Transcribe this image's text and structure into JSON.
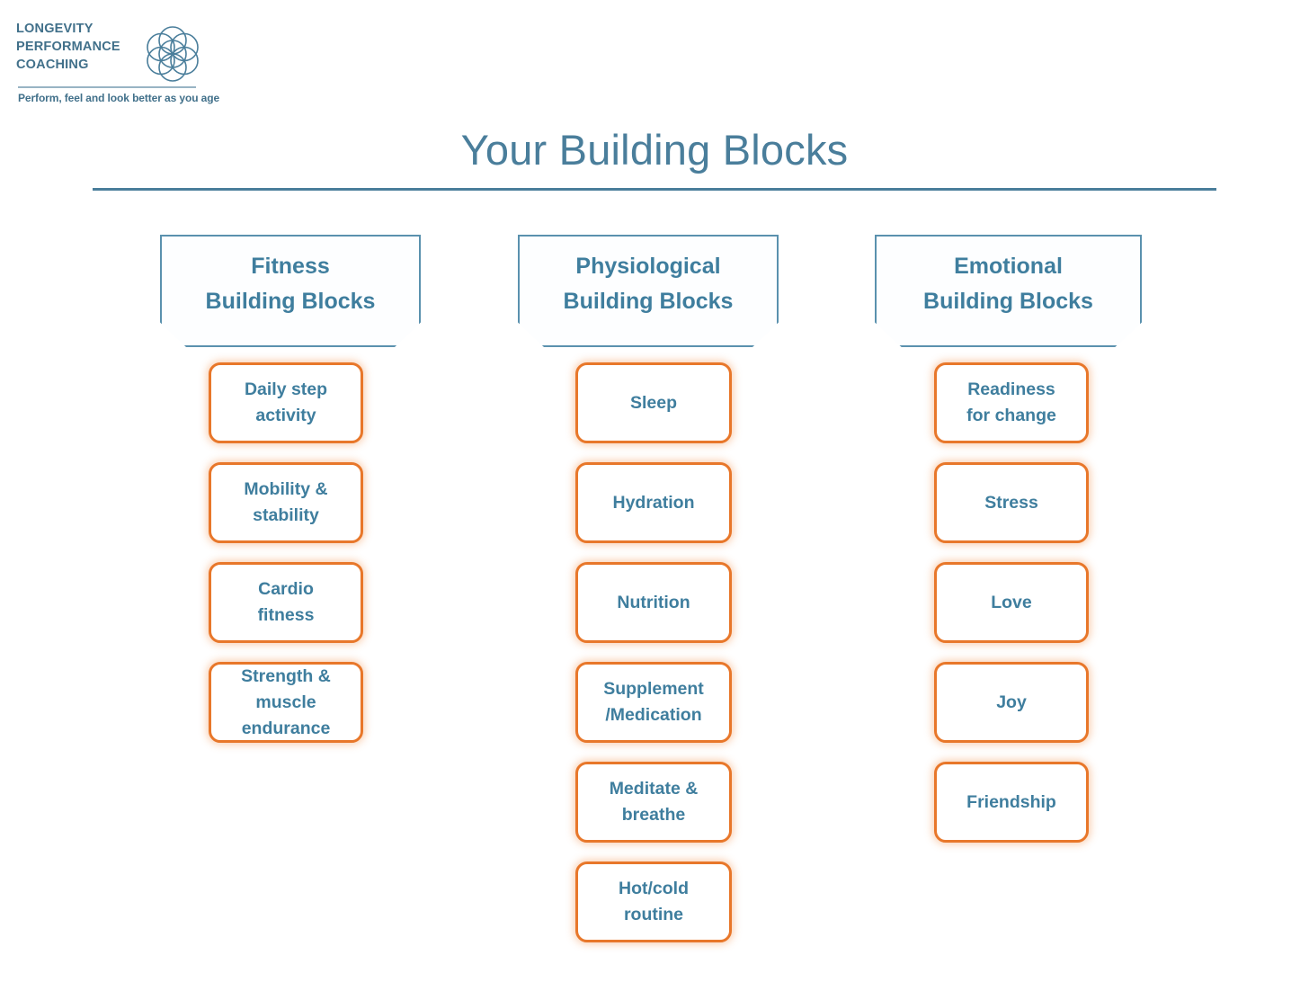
{
  "brand": {
    "wordmark_lines": [
      "LONGEVITY",
      "PERFORMANCE",
      "COACHING"
    ],
    "tagline": "Perform, feel and look better as you age",
    "logo_icon": "flower-of-life-icon",
    "color": "#41708a"
  },
  "header": {
    "title": "Your Building Blocks",
    "title_color": "#4a7e9b",
    "rule_color": "#4a7e9b"
  },
  "theme": {
    "accent_blue": "#4a7e9b",
    "banner_border": "#5a91ae",
    "block_border": "#e8772a",
    "block_text": "#3f7e9e",
    "background": "#ffffff"
  },
  "columns": [
    {
      "id": "fitness",
      "header_lines": [
        "Fitness",
        "Building Blocks"
      ],
      "items": [
        {
          "id": "daily-step-activity",
          "lines": [
            "Daily step",
            "activity"
          ]
        },
        {
          "id": "mobility-stability",
          "lines": [
            "Mobility &",
            "stability"
          ]
        },
        {
          "id": "cardio-fitness",
          "lines": [
            "Cardio",
            "fitness"
          ]
        },
        {
          "id": "strength-muscle-endurance",
          "lines": [
            "Strength &",
            "muscle",
            "endurance"
          ]
        }
      ]
    },
    {
      "id": "physiological",
      "header_lines": [
        "Physiological",
        "Building Blocks"
      ],
      "items": [
        {
          "id": "sleep",
          "lines": [
            "Sleep"
          ]
        },
        {
          "id": "hydration",
          "lines": [
            "Hydration"
          ]
        },
        {
          "id": "nutrition",
          "lines": [
            "Nutrition"
          ]
        },
        {
          "id": "supplement-medication",
          "lines": [
            "Supplement",
            "/Medication"
          ]
        },
        {
          "id": "meditate-breathe",
          "lines": [
            "Meditate &",
            "breathe"
          ]
        },
        {
          "id": "hot-cold-routine",
          "lines": [
            "Hot/cold",
            "routine"
          ]
        }
      ]
    },
    {
      "id": "emotional",
      "header_lines": [
        "Emotional",
        "Building Blocks"
      ],
      "items": [
        {
          "id": "readiness-for-change",
          "lines": [
            "Readiness",
            "for change"
          ]
        },
        {
          "id": "stress",
          "lines": [
            "Stress"
          ]
        },
        {
          "id": "love",
          "lines": [
            "Love"
          ]
        },
        {
          "id": "joy",
          "lines": [
            "Joy"
          ]
        },
        {
          "id": "friendship",
          "lines": [
            "Friendship"
          ]
        }
      ]
    }
  ]
}
